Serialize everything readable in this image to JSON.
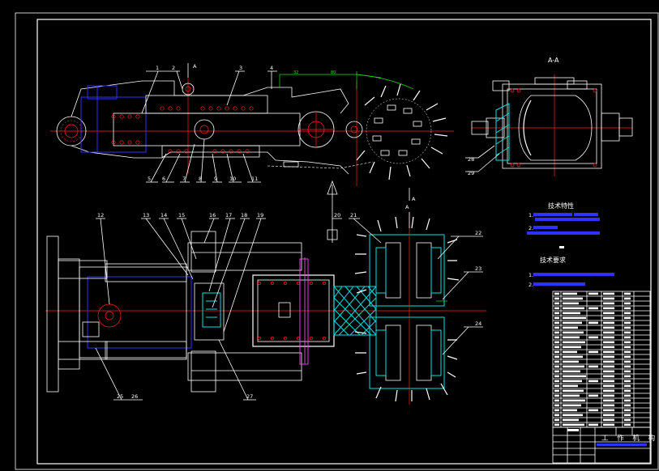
{
  "views": {
    "section_title": "A-A",
    "section_mark": "A"
  },
  "balloons": {
    "top": [
      "1",
      "2",
      "3",
      "4"
    ],
    "top_bottom": [
      "5",
      "6",
      "7",
      "8",
      "9",
      "10",
      "11"
    ],
    "plan_top": [
      "12",
      "13",
      "14",
      "15",
      "16",
      "17",
      "18",
      "19",
      "20",
      "21"
    ],
    "right": [
      "22",
      "23",
      "24"
    ],
    "plan_bottom": [
      "25",
      "26",
      "27"
    ],
    "section": [
      "28",
      "29"
    ]
  },
  "notes": {
    "tech_char_heading": "技术特性",
    "tech_req_heading": "技术要求",
    "req_items": [
      "1.",
      "2."
    ],
    "char_items": [
      "1.",
      "2."
    ]
  },
  "title_block": {
    "name": "工 作 机 构"
  }
}
